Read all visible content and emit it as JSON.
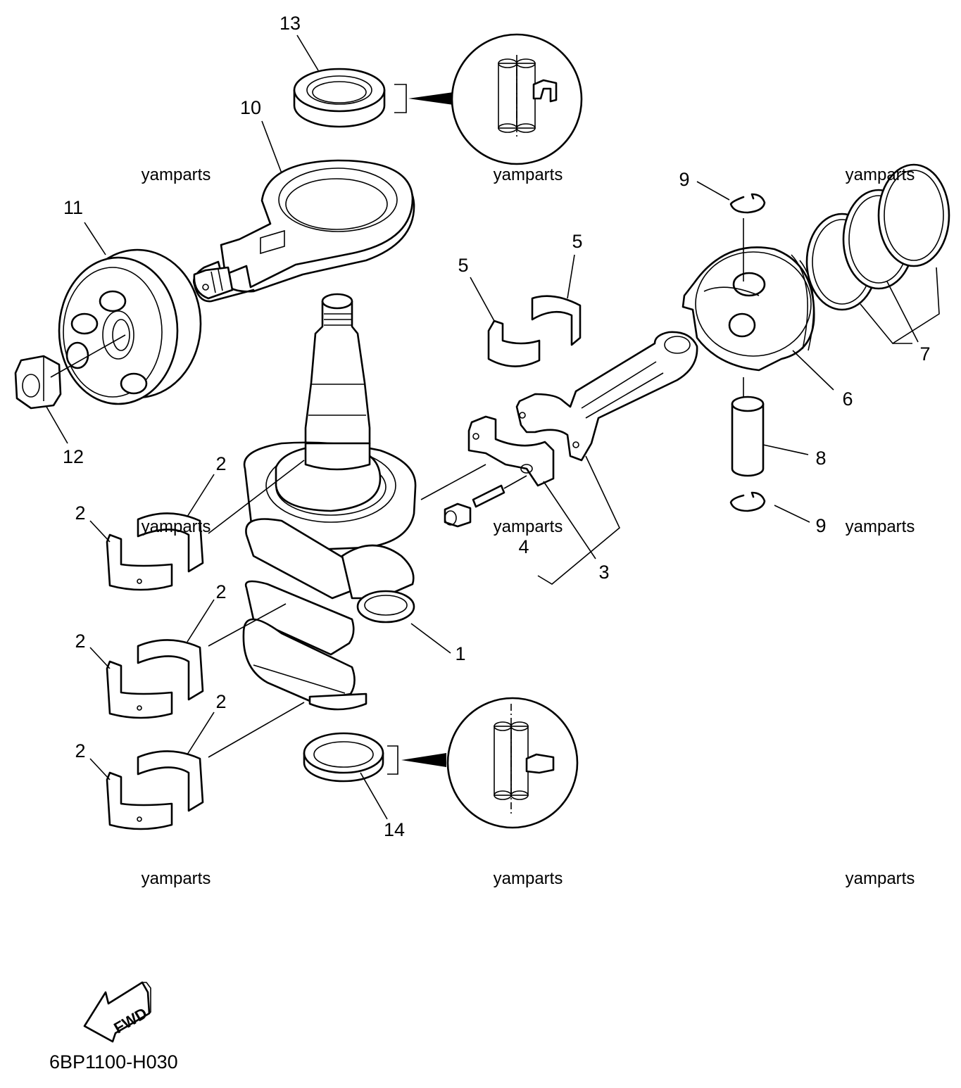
{
  "diagram": {
    "drawing_code": "6BP1100-H030",
    "fwd_label": "FWD",
    "watermark": "yamparts",
    "callouts": [
      "1",
      "2",
      "2",
      "2",
      "2",
      "2",
      "2",
      "3",
      "4",
      "5",
      "5",
      "6",
      "7",
      "8",
      "9",
      "9",
      "10",
      "11",
      "12",
      "13",
      "14"
    ],
    "parts": [
      {
        "id": "crankshaft",
        "callout": "1"
      },
      {
        "id": "main-bearing-halves",
        "callout": "2"
      },
      {
        "id": "connecting-rod-cap",
        "callout": "3"
      },
      {
        "id": "rod-bolt",
        "callout": "4"
      },
      {
        "id": "rod-bearing-halves",
        "callout": "5"
      },
      {
        "id": "piston",
        "callout": "6"
      },
      {
        "id": "piston-rings",
        "callout": "7"
      },
      {
        "id": "piston-pin",
        "callout": "8"
      },
      {
        "id": "pin-clips",
        "callout": "9"
      },
      {
        "id": "flywheel-rotor",
        "callout": "10"
      },
      {
        "id": "flywheel-magnet",
        "callout": "11"
      },
      {
        "id": "nut",
        "callout": "12"
      },
      {
        "id": "upper-oil-seal",
        "callout": "13"
      },
      {
        "id": "lower-oil-seal",
        "callout": "14"
      }
    ]
  }
}
